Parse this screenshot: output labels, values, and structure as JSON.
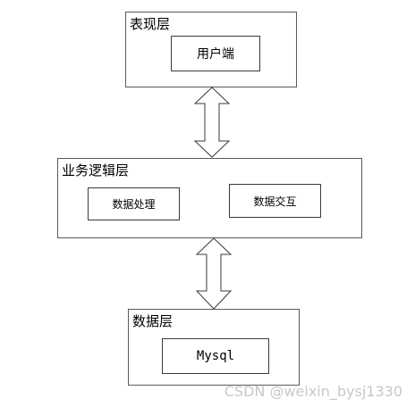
{
  "diagram": {
    "presentation_layer": {
      "title": "表现层",
      "components": [
        "用户端"
      ]
    },
    "business_layer": {
      "title": "业务逻辑层",
      "components": [
        "数据处理",
        "数据交互"
      ]
    },
    "data_layer": {
      "title": "数据层",
      "components": [
        "Mysql"
      ]
    },
    "connections": [
      {
        "from": "表现层",
        "to": "业务逻辑层",
        "type": "bidirectional"
      },
      {
        "from": "业务逻辑层",
        "to": "数据层",
        "type": "bidirectional"
      }
    ]
  },
  "watermark": "CSDN @weixin_bysj1330",
  "colors": {
    "border": "#3a3a3a",
    "background": "#ffffff",
    "text": "#000000",
    "watermark": "#c8c8c8"
  }
}
